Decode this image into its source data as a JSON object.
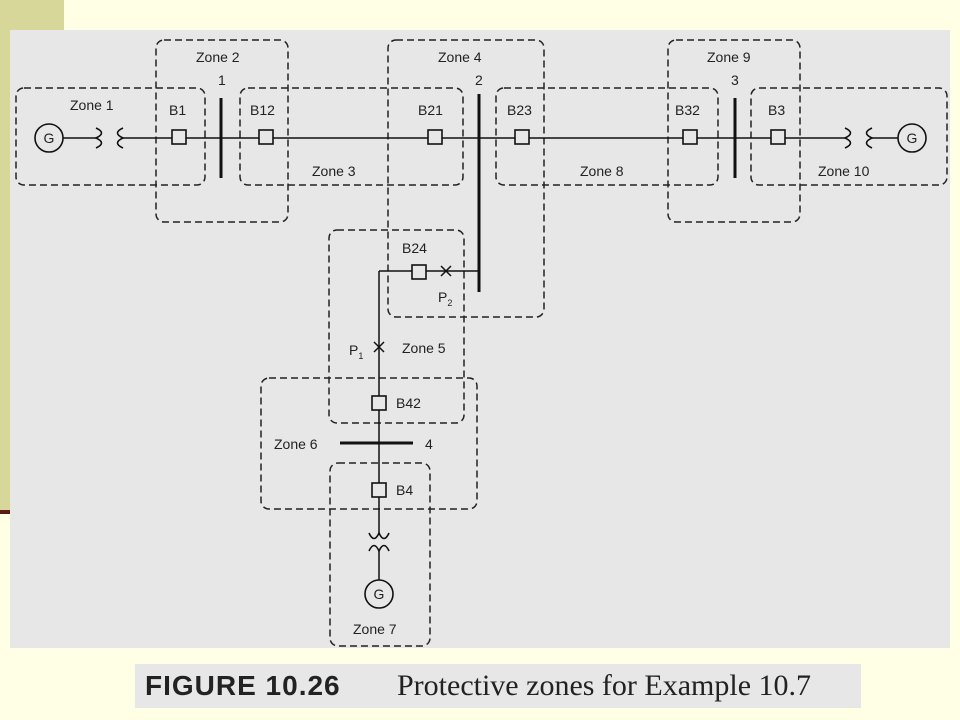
{
  "diagram": {
    "zones": [
      "Zone 1",
      "Zone 2",
      "Zone 3",
      "Zone 4",
      "Zone 5",
      "Zone 6",
      "Zone 7",
      "Zone 8",
      "Zone 9",
      "Zone 10"
    ],
    "breakers": [
      "B1",
      "B12",
      "B21",
      "B23",
      "B32",
      "B3",
      "B24",
      "B42",
      "B4"
    ],
    "buses": [
      "1",
      "2",
      "3",
      "4"
    ],
    "generator_symbol": "G",
    "fault_points": [
      {
        "main": "P",
        "sub": "1"
      },
      {
        "main": "P",
        "sub": "2"
      }
    ]
  },
  "caption": {
    "number": "FIGURE 10.26",
    "text": "Protective zones for Example 10.7"
  }
}
